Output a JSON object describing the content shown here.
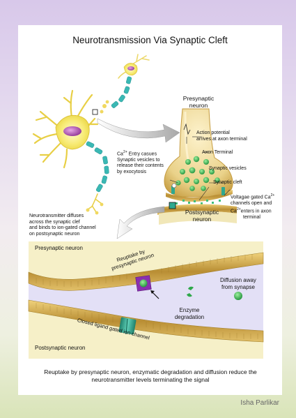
{
  "title": "Neurotransmission Via Synaptic Cleft",
  "presynaptic_neuron": [
    "Presynaptic",
    "neuron"
  ],
  "postsynaptic_neuron": [
    "Postsynaptic",
    "neuron"
  ],
  "action_potential": [
    "Action potential",
    "arrives at axon terminal"
  ],
  "axon_terminal": "Axon Terminal",
  "synaptic_vesicles": "Synaptic vesicles",
  "synaptic_cleft": "Synaptic cleft",
  "ca_entry": [
    "Ca2+ Entry casues",
    "Synaptic vesicles to",
    "release their contents",
    "by exocytosis"
  ],
  "voltage_gated": [
    "Voltagae gated Ca2+",
    "channels open and",
    "Ca2+enters in axon",
    "terminal"
  ],
  "nt_diffuses": [
    "Neurotransmitter diffuses",
    "across the synaptic clef",
    "and binds to ion-gated channel",
    "on postsynaptic neuron"
  ],
  "zoom_presynaptic": "Presynaptic neuron",
  "zoom_postsynaptic": "Postsynaptic neuron",
  "reuptake": [
    "Reuptake by",
    "presynaptic neuron"
  ],
  "diffusion_away": [
    "Diffusion away",
    "from synapse"
  ],
  "enzyme": [
    "Enzyme",
    "degradation"
  ],
  "closed_channel": "Closed ligand gated ion channel",
  "caption": "Reuptake by presynaptic neuron, enzymatic degradation and diffusion reduce the neurotransmitter levels terminating the signal",
  "author": "Isha Parlikar",
  "colors": {
    "axon": "#3ab8b4",
    "cell_body": "#f3e25a",
    "nucleus": "#a64ca6",
    "vesicle": "#2fa84a",
    "membrane": "#c9a548",
    "cleft": "#d9d6f3",
    "channel": "#2ea88f",
    "transporter": "#8a2fb0"
  }
}
